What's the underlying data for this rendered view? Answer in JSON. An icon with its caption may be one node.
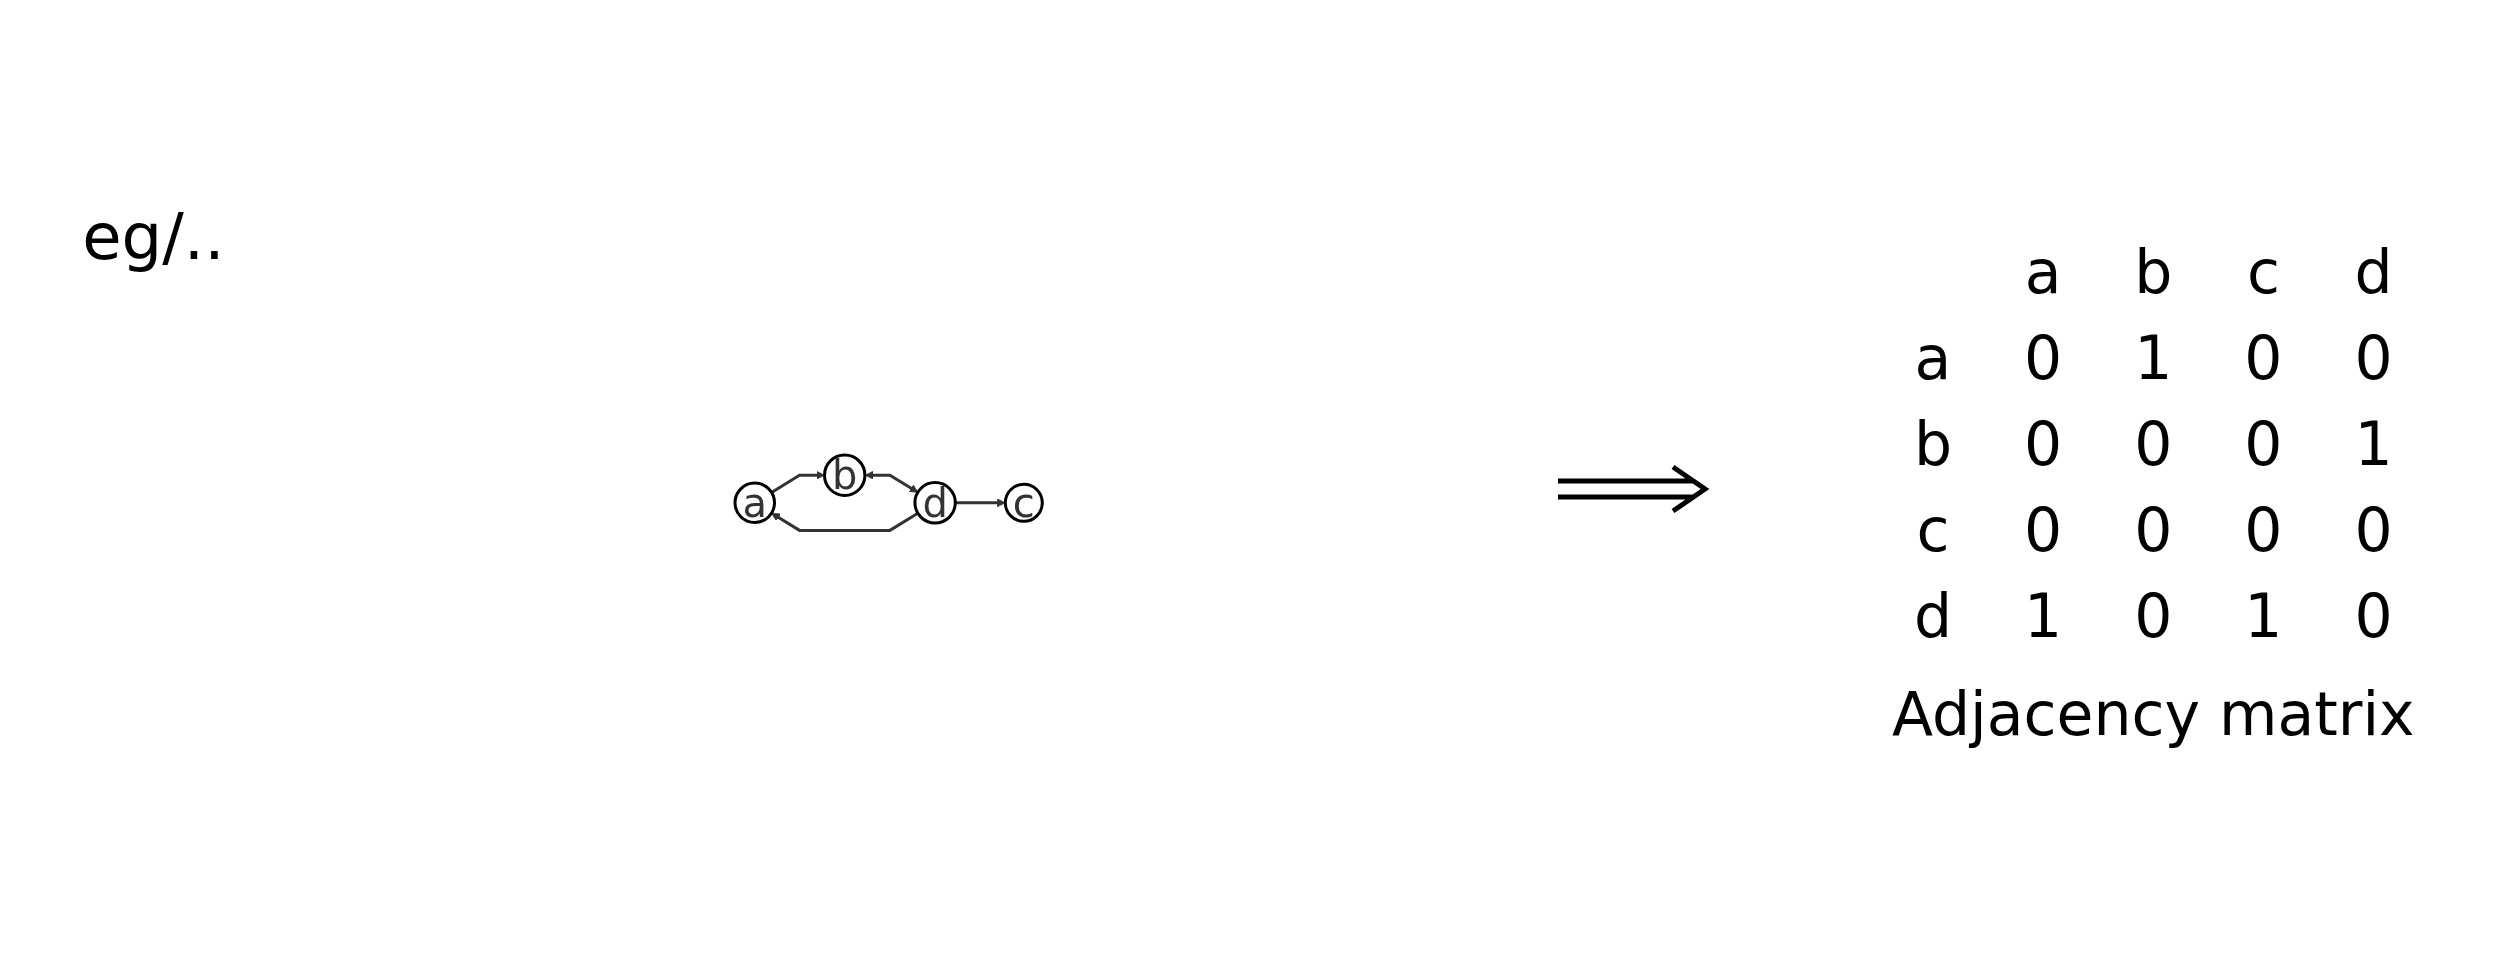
{
  "diagram": {
    "nodes": [
      {
        "text": [
          "a"
        ]
      },
      {
        "text": [
          "b"
        ]
      },
      {
        "text": [
          "c"
        ]
      },
      {
        "text": [
          "d"
        ]
      }
    ],
    "edges": [
      {
        "from": 0,
        "to": 1,
        "arrow": "to"
      },
      {
        "from": 3,
        "to": 0,
        "arrow": "to"
      },
      {
        "from": 1,
        "to": 3,
        "arrow": "both"
      },
      {
        "from": 3,
        "to": 2,
        "arrow": "to"
      }
    ],
    "labels": [
      "eg/..",
      "a",
      "b",
      "c",
      "d",
      "a",
      "0",
      "1",
      "0",
      "0",
      "b",
      "0",
      "0",
      "0",
      "1",
      "c",
      "0",
      "0",
      "0",
      "0",
      "d",
      "1",
      "0",
      "1",
      "0",
      "Adjacency matrix"
    ]
  }
}
